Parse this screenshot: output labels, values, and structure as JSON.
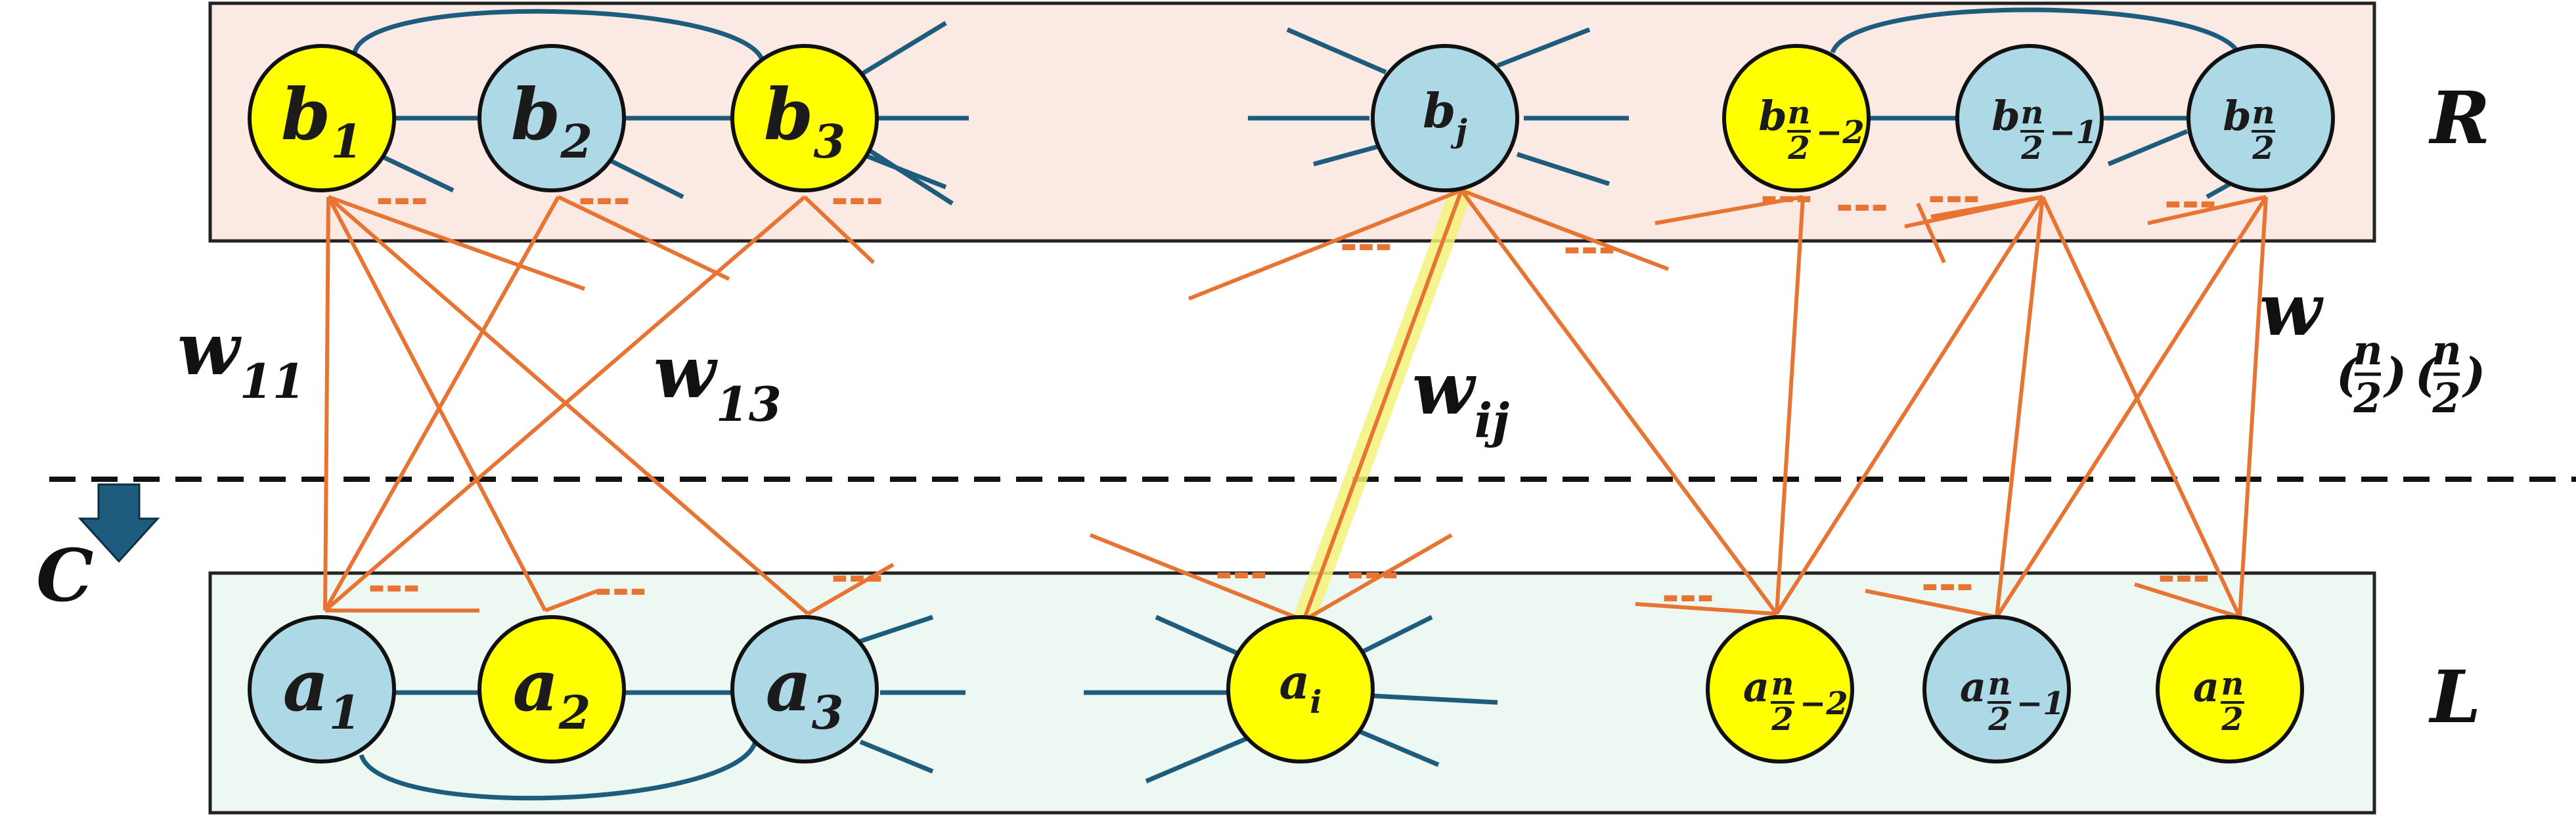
{
  "colors": {
    "r_panel_fill": "#fbe9e4",
    "l_panel_fill": "#eef8f3",
    "panel_stroke": "#222222",
    "node_yellow": "#ffff00",
    "node_blue": "#add8e6",
    "node_stroke": "#111111",
    "inner_edge": "#1d5c7d",
    "cross_edge": "#e87433",
    "highlight": "#f4f27a",
    "cut_line": "#111111",
    "arrow": "#1d5c7d"
  },
  "sets": {
    "R": "R",
    "L": "L"
  },
  "cut_label": "C",
  "ellipsis": "---",
  "b_nodes": [
    {
      "id": "b1",
      "base": "b",
      "sub": "1",
      "color": "yellow"
    },
    {
      "id": "b2",
      "base": "b",
      "sub": "2",
      "color": "blue"
    },
    {
      "id": "b3",
      "base": "b",
      "sub": "3",
      "color": "yellow"
    },
    {
      "id": "bj",
      "base": "b",
      "sub": "j",
      "color": "blue"
    },
    {
      "id": "bn2m2",
      "base": "b",
      "sub_frac": "n/2",
      "sub_tail": "−2",
      "color": "yellow"
    },
    {
      "id": "bn2m1",
      "base": "b",
      "sub_frac": "n/2",
      "sub_tail": "−1",
      "color": "blue"
    },
    {
      "id": "bn2",
      "base": "b",
      "sub_frac": "n/2",
      "sub_tail": "",
      "color": "blue"
    }
  ],
  "a_nodes": [
    {
      "id": "a1",
      "base": "a",
      "sub": "1",
      "color": "blue"
    },
    {
      "id": "a2",
      "base": "a",
      "sub": "2",
      "color": "yellow"
    },
    {
      "id": "a3",
      "base": "a",
      "sub": "3",
      "color": "blue"
    },
    {
      "id": "ai",
      "base": "a",
      "sub": "i",
      "color": "yellow"
    },
    {
      "id": "an2m2",
      "base": "a",
      "sub_frac": "n/2",
      "sub_tail": "−2",
      "color": "yellow"
    },
    {
      "id": "an2m1",
      "base": "a",
      "sub_frac": "n/2",
      "sub_tail": "−1",
      "color": "blue"
    },
    {
      "id": "an2",
      "base": "a",
      "sub_frac": "n/2",
      "sub_tail": "",
      "color": "yellow"
    }
  ],
  "cross_edges": [
    {
      "from": "b1",
      "to": "a1"
    },
    {
      "from": "b1",
      "to": "a2"
    },
    {
      "from": "b1",
      "to": "a3"
    },
    {
      "from": "b2",
      "to": "a1"
    },
    {
      "from": "b3",
      "to": "a1"
    },
    {
      "from": "bj",
      "to": "ai",
      "highlight": true
    },
    {
      "from": "bj",
      "to": "an2m2"
    },
    {
      "from": "bn2m2",
      "to": "an2m2"
    },
    {
      "from": "bn2m1",
      "to": "an2m2"
    },
    {
      "from": "bn2m1",
      "to": "an2m1"
    },
    {
      "from": "bn2m1",
      "to": "an2"
    },
    {
      "from": "bn2",
      "to": "an2m1"
    },
    {
      "from": "bn2",
      "to": "an2"
    }
  ],
  "edge_labels": [
    {
      "id": "w11",
      "base": "w",
      "sub": "11"
    },
    {
      "id": "w13",
      "base": "w",
      "sub": "13"
    },
    {
      "id": "wij",
      "base": "w",
      "sub": "ij"
    },
    {
      "id": "wn2n2",
      "base": "w",
      "sub_frac": "n/2"
    }
  ]
}
